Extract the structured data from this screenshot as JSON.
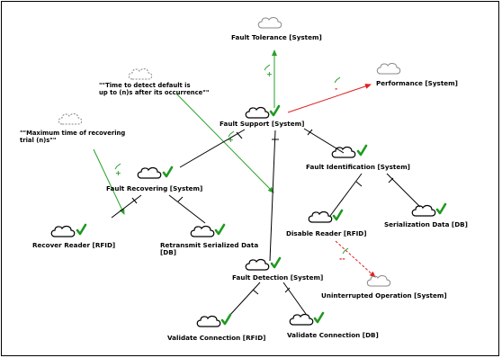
{
  "nodes": {
    "fault_tolerance": {
      "label": "Fault Tolerance [System]",
      "satisfied": false
    },
    "performance": {
      "label": "Performance [System]",
      "satisfied": false
    },
    "fault_support": {
      "label": "Fault Support [System]",
      "satisfied": true
    },
    "fault_recovering": {
      "label": "Fault Recovering [System]",
      "satisfied": true
    },
    "fault_identification": {
      "label": "Fault Identification [System]",
      "satisfied": true
    },
    "fault_detection": {
      "label": "Fault Detection [System]",
      "satisfied": true
    },
    "recover_reader": {
      "label": "Recover Reader [RFID]",
      "satisfied": true
    },
    "retransmit": {
      "label_lines": [
        "Retransmit Serialized Data",
        "[DB]"
      ],
      "satisfied": true
    },
    "disable_reader": {
      "label": "Disable Reader [RFID]",
      "satisfied": true
    },
    "serialization_data": {
      "label": "Serialization Data [DB]",
      "satisfied": true
    },
    "uninterrupted": {
      "label": "Uninterrupted Operation [System]",
      "satisfied": false
    },
    "validate_rfid": {
      "label": "Validate Connection [RFID]",
      "satisfied": true
    },
    "validate_db": {
      "label": "Validate Connection [DB]",
      "satisfied": true
    }
  },
  "claims": {
    "time_to_detect": {
      "lines": [
        "\"\"Time to detect default is",
        "up to (n)s after its occurrence\"\""
      ]
    },
    "max_recover": {
      "lines": [
        "\"\"Maximum time of recovering",
        "trial (n)s\"\""
      ]
    }
  },
  "contributions": {
    "support_to_tolerance": "+",
    "support_to_performance": "-",
    "disable_to_uninterrupted": "--",
    "detect_claim_link": "+",
    "recover_claim_link": "+"
  },
  "colors": {
    "positive_link": "#2aa02a",
    "negative_link": "#e02020",
    "decomposition_link": "#000000",
    "check": "#1f9a1f"
  }
}
